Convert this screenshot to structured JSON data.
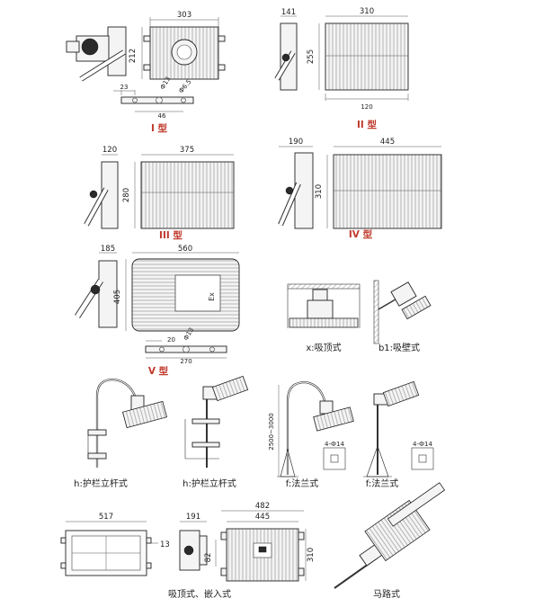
{
  "types": {
    "t1": {
      "caption": "I 型",
      "width": "303",
      "height": "212",
      "d1": "23",
      "d2": "Ф13",
      "d3": "Ф6.5",
      "d4": "46"
    },
    "t2": {
      "caption": "II 型",
      "depth": "141",
      "width": "310",
      "height": "255",
      "d4": "120"
    },
    "t3": {
      "caption": "III 型",
      "depth": "120",
      "width": "375",
      "height": "280"
    },
    "t4": {
      "caption": "IV 型",
      "depth": "190",
      "width": "445",
      "height": "310"
    },
    "t5": {
      "caption": "V 型",
      "depth": "185",
      "width": "560",
      "height": "405",
      "d1": "20",
      "d2": "Ф13",
      "d3": "270",
      "ex": "Ex"
    }
  },
  "mounts": {
    "x": "x:吸顶式",
    "b1": "b1:吸壁式",
    "h1": "h:护栏立杆式",
    "h2": "h:护栏立杆式",
    "f1": "f:法兰式",
    "f2": "f:法兰式",
    "f_height": "2500~3000",
    "flange_dims": [
      "4-Ф14",
      "4-Ф14"
    ]
  },
  "bottom": {
    "w517": "517",
    "w191": "191",
    "w13": "13",
    "h82": "82",
    "w482": "482",
    "w445": "445",
    "h310": "310",
    "cap_recess": "吸顶式、嵌入式",
    "cap_road": "马路式"
  }
}
